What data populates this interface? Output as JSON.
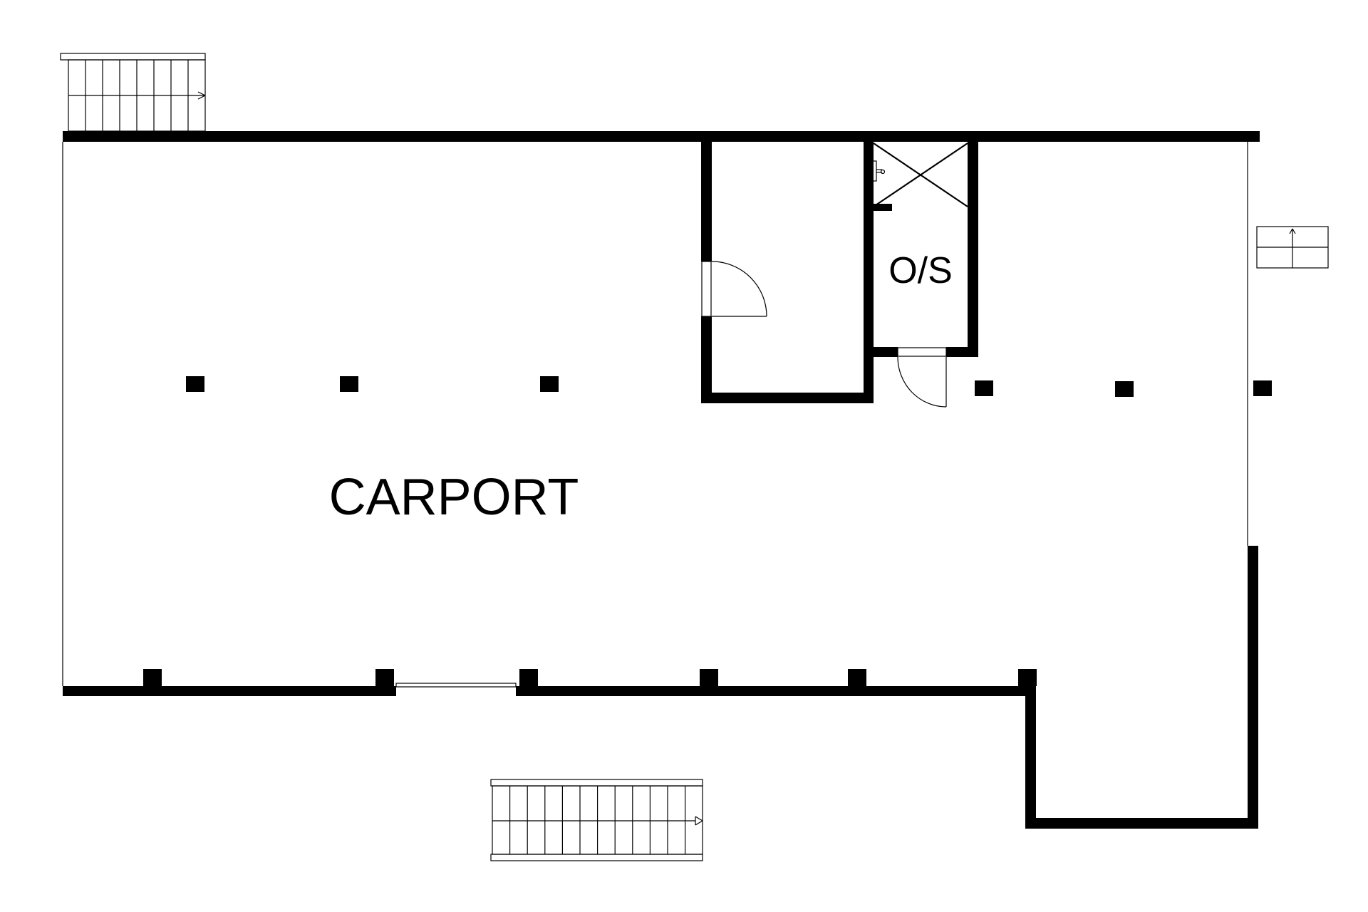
{
  "floorplan": {
    "rooms": {
      "carport": {
        "label": "CARPORT"
      },
      "outside_store": {
        "label": "O/S"
      }
    },
    "colors": {
      "walls": "#000000",
      "background": "#ffffff"
    },
    "symbols": {
      "stairs": [
        "stair-top-left",
        "stair-bottom",
        "stair-right"
      ],
      "doors": [
        "store-room-door",
        "outside-store-door"
      ],
      "fixtures": [
        "hot-water-unit-cross",
        "tap-icon"
      ]
    }
  }
}
